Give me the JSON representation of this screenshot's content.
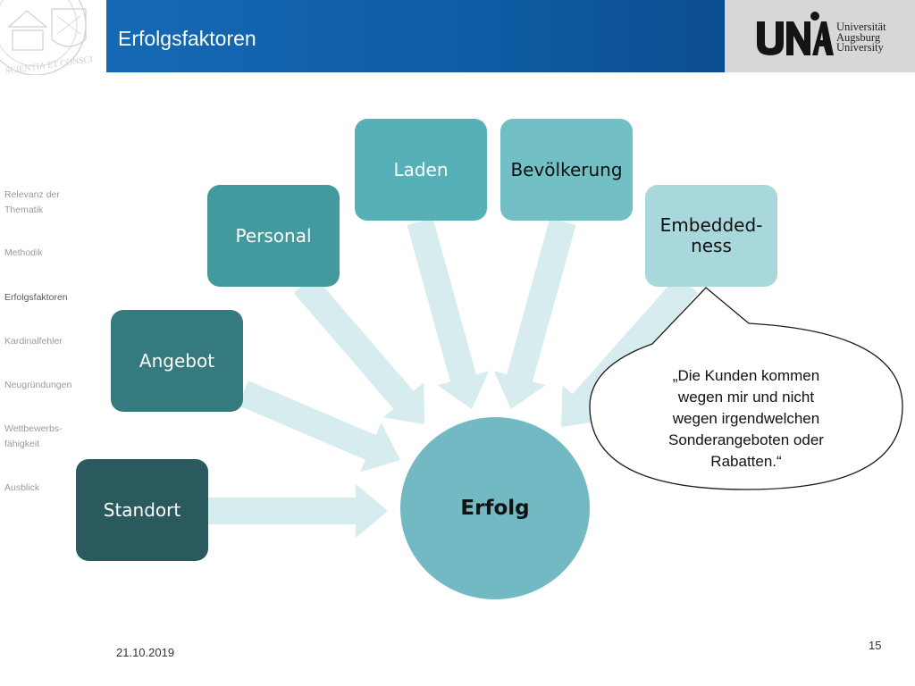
{
  "header": {
    "title": "Erfolgsfaktoren",
    "logo": {
      "mark": "UNIA",
      "lines": [
        "Universität",
        "Augsburg",
        "University"
      ]
    },
    "seal_text": "SCIENTIA ET CONSCIENTIA"
  },
  "sidebar": {
    "items": [
      {
        "label_lines": [
          "Relevanz der",
          "Thematik"
        ],
        "active": false
      },
      {
        "label_lines": [
          "Methodik"
        ],
        "active": false
      },
      {
        "label_lines": [
          "Erfolgsfaktoren"
        ],
        "active": true
      },
      {
        "label_lines": [
          "Kardinalfehler"
        ],
        "active": false
      },
      {
        "label_lines": [
          "Neugründungen"
        ],
        "active": false
      },
      {
        "label_lines": [
          "Wettbewerbs-",
          "fähigkeit"
        ],
        "active": false
      },
      {
        "label_lines": [
          "Ausblick"
        ],
        "active": false
      }
    ]
  },
  "diagram": {
    "center": {
      "label": "Erfolg",
      "color": "#72b9c4"
    },
    "factors": [
      {
        "label": "Standort",
        "color": "#2a5a5e",
        "text_color": "#ffffff"
      },
      {
        "label": "Angebot",
        "color": "#347a7e",
        "text_color": "#ffffff"
      },
      {
        "label": "Personal",
        "color": "#429a9e",
        "text_color": "#ffffff"
      },
      {
        "label": "Laden",
        "color": "#55b0b7",
        "text_color": "#ffffff"
      },
      {
        "label": "Bevölkerung",
        "color": "#72bfc6",
        "text_color": "#111111"
      },
      {
        "label": "Embedded-\nness",
        "color": "#a8d7dc",
        "text_color": "#111111"
      }
    ],
    "arrow_color": "#d6ecee"
  },
  "callout": {
    "lines": [
      "„Die Kunden kommen",
      "wegen mir und nicht",
      "wegen irgendwelchen",
      "Sonderangeboten oder",
      "Rabatten.“"
    ]
  },
  "footer": {
    "date": "21.10.2019",
    "page": "15"
  }
}
